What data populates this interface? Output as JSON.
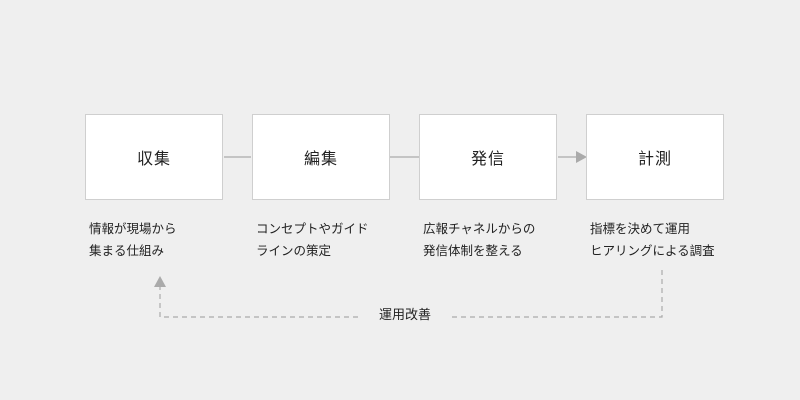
{
  "steps": [
    {
      "label": "収集",
      "desc": [
        "情報が現場から",
        "集まる仕組み"
      ]
    },
    {
      "label": "編集",
      "desc": [
        "コンセプトやガイド",
        "ラインの策定"
      ]
    },
    {
      "label": "発信",
      "desc": [
        "広報チャネルからの",
        "発信体制を整える"
      ]
    },
    {
      "label": "計測",
      "desc": [
        "指標を決めて運用",
        "ヒアリングによる調査"
      ]
    }
  ],
  "feedback": {
    "label": "運用改善"
  },
  "colors": {
    "background": "#efefef",
    "box": "#ffffff",
    "line": "#aaaaaa"
  }
}
